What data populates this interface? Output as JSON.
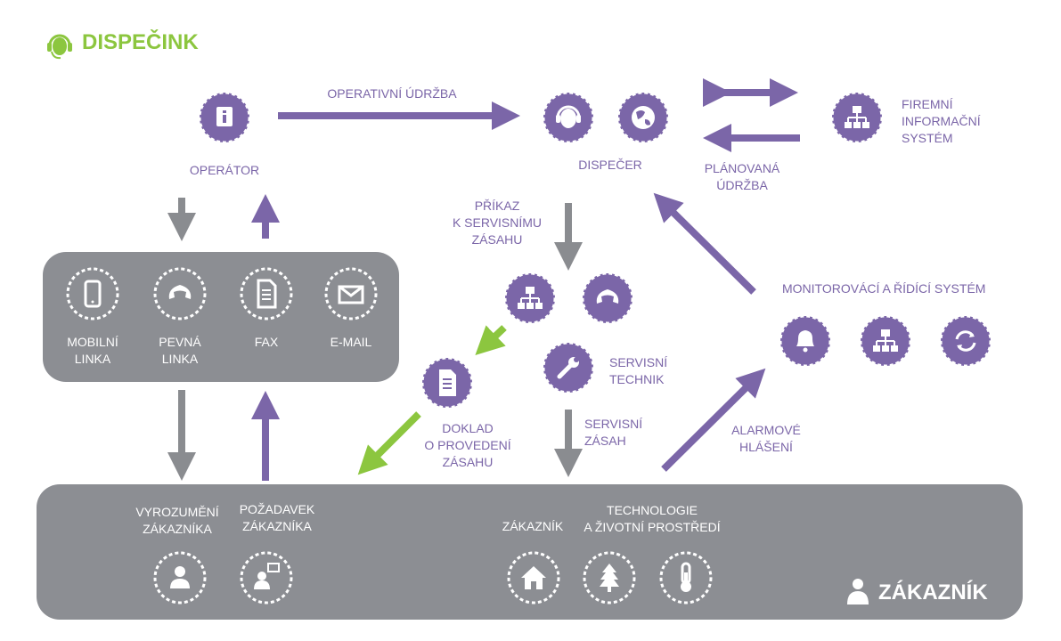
{
  "title": "DISPEČINK",
  "colors": {
    "purple": "#7b66a8",
    "grey": "#8c8e93",
    "green": "#8cc63f",
    "arrow_grey": "#8a8c90"
  },
  "top": {
    "operator": "OPERÁTOR",
    "operational_maintenance": "OPERATIVNÍ ÚDRŽBA",
    "dispatcher": "DISPEČER",
    "company_system": [
      "FIREMNÍ",
      "INFORMAČNÍ",
      "SYSTÉM"
    ],
    "planned_maintenance": [
      "PLÁNOVANÁ",
      "ÚDRŽBA"
    ]
  },
  "channels": [
    {
      "label": [
        "MOBILNÍ",
        "LINKA"
      ],
      "icon": "mobile-icon"
    },
    {
      "label": [
        "PEVNÁ",
        "LINKA"
      ],
      "icon": "phone-icon"
    },
    {
      "label": [
        "FAX"
      ],
      "icon": "fax-icon"
    },
    {
      "label": [
        "E-MAIL"
      ],
      "icon": "email-icon"
    }
  ],
  "middle": {
    "service_order": [
      "PŘÍKAZ",
      "K SERVISNÍMU",
      "ZÁSAHU"
    ],
    "document": [
      "DOKLAD",
      "O PROVEDENÍ",
      "ZÁSAHU"
    ],
    "technician": [
      "SERVISNÍ",
      "TECHNIK"
    ],
    "service_intervention": [
      "SERVISNÍ",
      "ZÁSAH"
    ],
    "monitoring": "MONITOROVÁCÍ A ŘÍDÍCÍ SYSTÉM",
    "alarm": [
      "ALARMOVÉ",
      "HLÁŠENÍ"
    ]
  },
  "customer": {
    "notification": [
      "VYROZUMĚNÍ",
      "ZÁKAZNÍKA"
    ],
    "request": [
      "POŽADAVEK",
      "ZÁKAZNÍKA"
    ],
    "customer_label": "ZÁKAZNÍK",
    "technology": [
      "TECHNOLOGIE",
      "A ŽIVOTNÍ PROSTŘEDÍ"
    ],
    "footer_title": "ZÁKAZNÍK"
  }
}
